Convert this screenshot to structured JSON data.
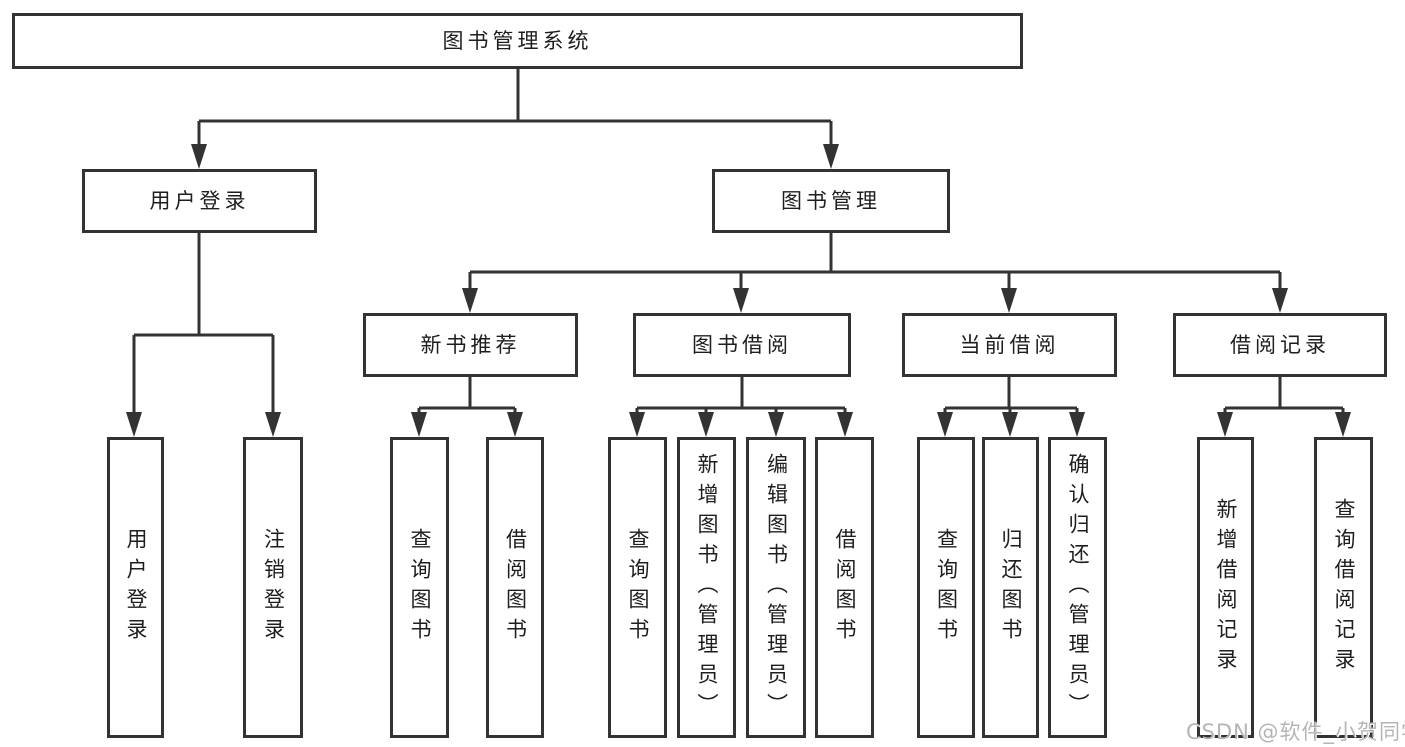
{
  "diagram": {
    "root": {
      "label": "图书管理系统"
    },
    "branches": [
      {
        "label": "用户登录",
        "children": [
          {
            "label": "用户登录"
          },
          {
            "label": "注销登录"
          }
        ]
      },
      {
        "label": "图书管理",
        "children": [
          {
            "label": "新书推荐",
            "children": [
              {
                "label": "查询图书"
              },
              {
                "label": "借阅图书"
              }
            ]
          },
          {
            "label": "图书借阅",
            "children": [
              {
                "label": "查询图书"
              },
              {
                "label": "新增图书（管理员）"
              },
              {
                "label": "编辑图书（管理员）"
              },
              {
                "label": "借阅图书"
              }
            ]
          },
          {
            "label": "当前借阅",
            "children": [
              {
                "label": "查询图书"
              },
              {
                "label": "归还图书"
              },
              {
                "label": "确认归还（管理员）"
              }
            ]
          },
          {
            "label": "借阅记录",
            "children": [
              {
                "label": "新增借阅记录"
              },
              {
                "label": "查询借阅记录"
              }
            ]
          }
        ]
      }
    ]
  },
  "watermark": {
    "text": "CSDN @软件_小贺同学"
  },
  "colors": {
    "line": "#333333",
    "box_border": "#333333",
    "box_fill": "#ffffff",
    "text": "#1e1e1e",
    "watermark": "#b5b5b5",
    "background": "#ffffff"
  }
}
